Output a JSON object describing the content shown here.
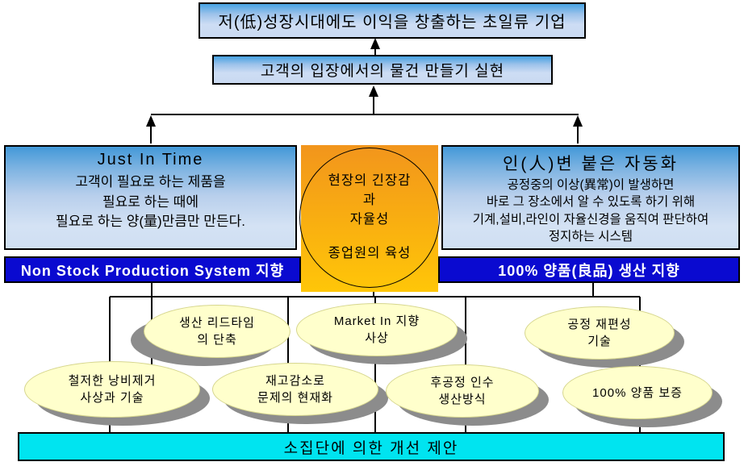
{
  "vision_box": {
    "text": "저(低)성장시대에도 이익을 창출하는 초일류 기업"
  },
  "goal_box": {
    "text": "고객의 입장에서의 물건 만들기 실현"
  },
  "jit_panel": {
    "title": "Just In Time",
    "line1": "고객이 필요로 하는 제품을",
    "line2": "필요로 하는 때에",
    "line3": "필요로 하는 양(量)만큼만 만든다."
  },
  "center_circle": {
    "line1": "현장의 긴장감",
    "line2": "과",
    "line3": "자율성",
    "line4": "종업원의 육성"
  },
  "jidoka_panel": {
    "title": "인(人)변 붙은 자동화",
    "line1": "공정중의 이상(異常)이 발생하면",
    "line2": "바로 그 장소에서 알 수 있도록 하기 위해",
    "line3": "기계,설비,라인이 자율신경을 움직여 판단하여",
    "line4": "정지하는 시스템"
  },
  "non_stock_bar": {
    "text": "Non Stock Production System 지향"
  },
  "quality_goal_bar": {
    "text": "100% 양품(良品) 생산 지향"
  },
  "ellipses": [
    {
      "line1": "생산 리드타임",
      "line2": "의 단축"
    },
    {
      "line1": "Market In 지향",
      "line2": "사상"
    },
    {
      "line1": "공정 재편성",
      "line2": "기술"
    },
    {
      "line1": "철저한 낭비제거",
      "line2": "사상과 기술"
    },
    {
      "line1": "재고감소로",
      "line2": "문제의 현재화"
    },
    {
      "line1": "후공정 인수",
      "line2": "생산방식"
    },
    {
      "line1": "100% 양품 보증",
      "line2": ""
    }
  ],
  "bottom_bar": {
    "text": "소집단에 의한 개선 제안"
  },
  "colors": {
    "header_gradient_top": "#46a2e2",
    "header_gradient_bottom": "#cdddf4",
    "panel_gradient_top": "#4398d8",
    "panel_gradient_bottom": "#d4e2f4",
    "orange_top": "#f2951c",
    "orange_bottom": "#ffc608",
    "blue_bar": "#0a0ad0",
    "blue_bar_text": "#ffffff",
    "cyan_bar": "#00e4f0",
    "ellipse_fill": "#ffffcc",
    "ellipse_border": "#d6d68e",
    "ellipse_shadow": "#8c8c8c",
    "connector_line": "#000000"
  }
}
